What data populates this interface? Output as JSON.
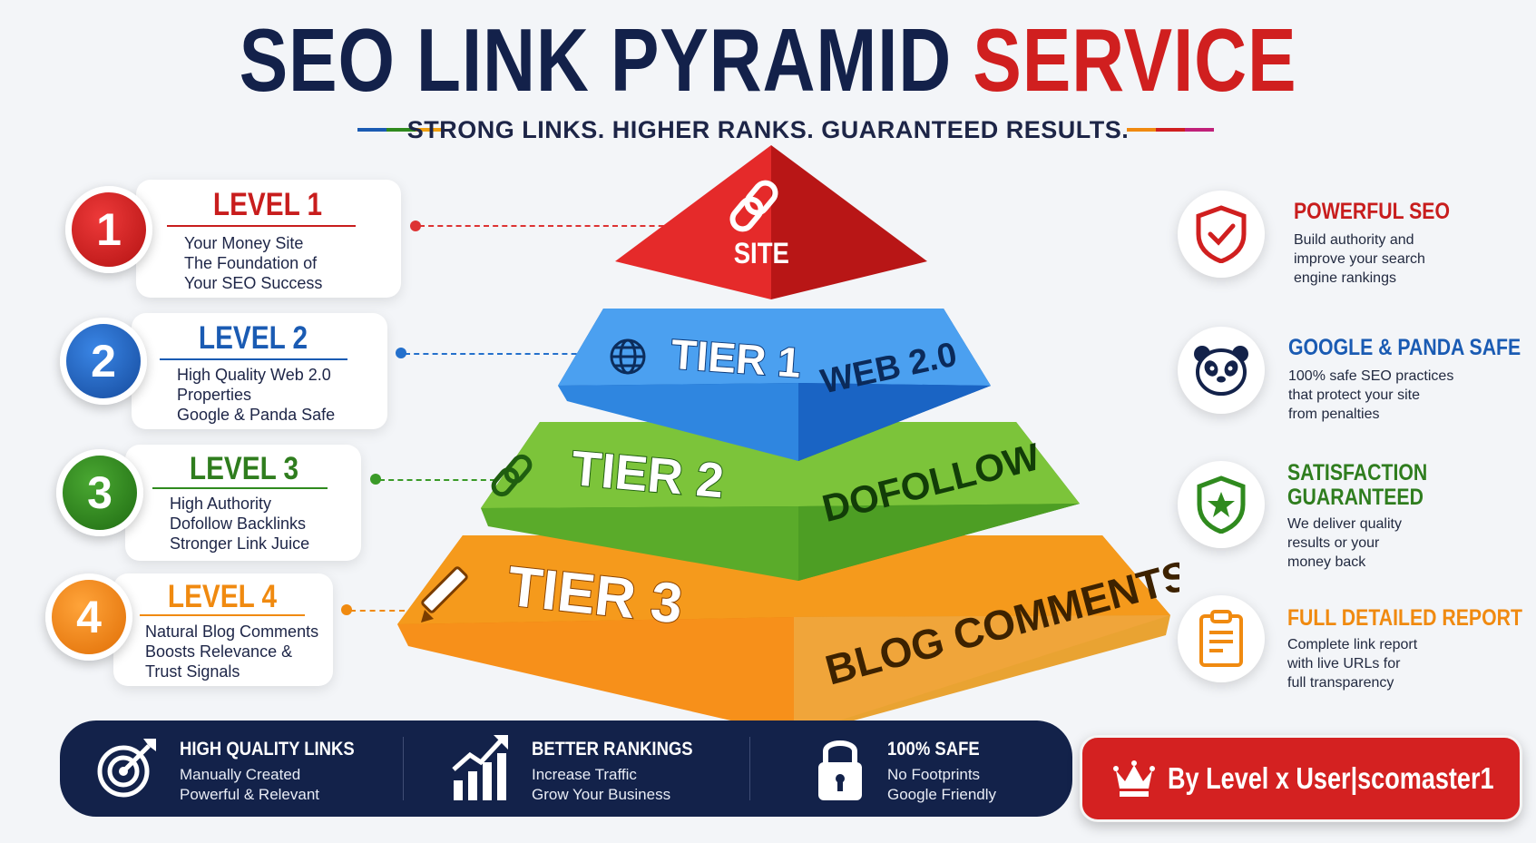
{
  "title": {
    "part1": "SEO LINK PYRAMID",
    "part2": "SERVICE"
  },
  "subtitle": "STRONG LINKS. HIGHER RANKS. GUARANTEED RESULTS.",
  "colors": {
    "navy": "#13224a",
    "red": "#d01f1f",
    "blue": "#1a5bb3",
    "green": "#2f8a1e",
    "orange": "#f08a10"
  },
  "levels": [
    {
      "number": "1",
      "title": "LEVEL 1",
      "lines": [
        "Your Money Site",
        "The Foundation of",
        "Your SEO Success"
      ]
    },
    {
      "number": "2",
      "title": "LEVEL 2",
      "lines": [
        "High Quality Web 2.0",
        "Properties",
        "Google & Panda Safe"
      ]
    },
    {
      "number": "3",
      "title": "LEVEL 3",
      "lines": [
        "High Authority",
        "Dofollow Backlinks",
        "Stronger Link Juice"
      ]
    },
    {
      "number": "4",
      "title": "LEVEL 4",
      "lines": [
        "Natural Blog Comments",
        "Boosts Relevance &",
        "Trust Signals"
      ]
    }
  ],
  "pyramid": {
    "apex_label": "SITE",
    "tiers": [
      {
        "label": "TIER 1",
        "side": "WEB 2.0",
        "icon": "globe-icon"
      },
      {
        "label": "TIER 2",
        "side": "DOFOLLOW",
        "icon": "link-icon"
      },
      {
        "label": "TIER 3",
        "side": "BLOG COMMENTS",
        "icon": "pencil-icon"
      }
    ]
  },
  "features": [
    {
      "title": "POWERFUL SEO",
      "lines": [
        "Build authority and",
        "improve your search",
        "engine rankings"
      ],
      "icon": "shield-check-icon"
    },
    {
      "title": "GOOGLE & PANDA SAFE",
      "lines": [
        "100% safe SEO practices",
        "that protect your site",
        "from penalties"
      ],
      "icon": "panda-icon"
    },
    {
      "title_line1": "SATISFACTION",
      "title_line2": "GUARANTEED",
      "lines": [
        "We deliver quality",
        "results or your",
        "money back"
      ],
      "icon": "star-shield-icon"
    },
    {
      "title": "FULL DETAILED REPORT",
      "lines": [
        "Complete link report",
        "with live URLs for",
        "full transparency"
      ],
      "icon": "clipboard-icon"
    }
  ],
  "bottom": [
    {
      "title": "HIGH QUALITY LINKS",
      "lines": [
        "Manually Created",
        "Powerful & Relevant"
      ],
      "icon": "target-icon"
    },
    {
      "title": "BETTER RANKINGS",
      "lines": [
        "Increase Traffic",
        "Grow Your Business"
      ],
      "icon": "growth-chart-icon"
    },
    {
      "title": "100% SAFE",
      "lines": [
        "No Footprints",
        "Google Friendly"
      ],
      "icon": "padlock-icon"
    }
  ],
  "author": {
    "text": "By Level x User|scomaster1",
    "icon": "crown-icon"
  }
}
